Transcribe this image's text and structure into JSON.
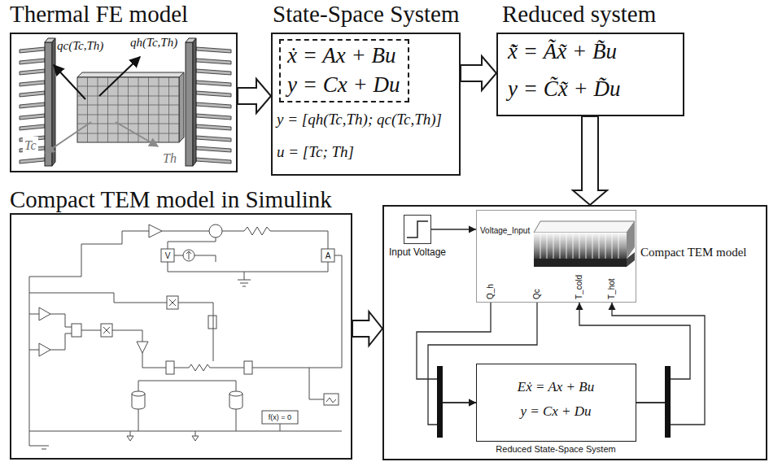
{
  "diagram": {
    "nodes": [
      {
        "text": [
          "Thermal FE model"
        ]
      },
      {
        "text": [
          "State-Space System",
          "y = [qh(Tc,Th); qc(Tc,Th)]",
          "u = [Tc; Th]"
        ]
      },
      {
        "text": [
          "ẋ = Ax + Bu",
          "y = Cx + Du"
        ],
        "in": 1
      },
      {
        "text": [
          "Reduced system",
          "x̃̇ = Ãx̃ + B̃u",
          "y = C̃x̃ + D̃u"
        ]
      },
      {
        "text": [
          "Compact TEM model in Simulink"
        ]
      },
      {
        "text": []
      },
      {
        "text": [
          "Input Voltage"
        ],
        "in": 5
      },
      {
        "text": [
          "Compact TEM model",
          "Voltage_Input",
          "Q_h",
          "Qc",
          "T_cold",
          "T_hot"
        ],
        "in": 5
      },
      {
        "text": [
          "Eẋ = Ax + Bu",
          "y = Cx + Du",
          "Reduced State-Space System"
        ],
        "in": 5
      }
    ],
    "edges": [
      {
        "from": 0,
        "to": 1,
        "arrow": "to"
      },
      {
        "from": 1,
        "to": 3,
        "arrow": "to"
      },
      {
        "from": 3,
        "to": 5,
        "arrow": "to"
      },
      {
        "from": 4,
        "to": 5,
        "arrow": "to"
      },
      {
        "from": 6,
        "to": 7,
        "arrow": "to"
      },
      {
        "from": 7,
        "to": 8,
        "arrow": "to"
      },
      {
        "from": 7,
        "to": 8,
        "arrow": "to"
      },
      {
        "from": 8,
        "to": 7,
        "arrow": "to"
      },
      {
        "from": 8,
        "to": 7,
        "arrow": "to"
      }
    ],
    "labels": [
      "qc(Tc,Th)",
      "qh(Tc,Th)",
      "Tc",
      "Th",
      "V",
      "A",
      "f(x) = 0"
    ]
  }
}
